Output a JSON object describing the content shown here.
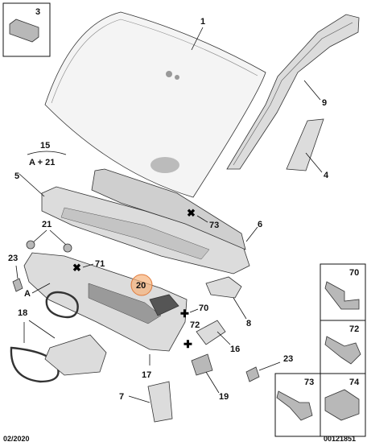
{
  "callouts": {
    "c1": "1",
    "c3": "3",
    "c4": "4",
    "c5": "5",
    "c6": "6",
    "c7": "7",
    "c8": "8",
    "c9": "9",
    "c15": "15",
    "c15sub": "A + 21",
    "c16": "16",
    "c17": "17",
    "c18": "18",
    "c19": "19",
    "c20": "20",
    "c21": "21",
    "c23a": "23",
    "c23b": "23",
    "c70": "70",
    "c71": "71",
    "c72": "72",
    "c73": "73",
    "cA": "A"
  },
  "fastener_table": {
    "label_70": "70",
    "label_72": "72",
    "label_73": "73",
    "label_74": "74"
  },
  "footer": {
    "date": "02/2020",
    "ref": "00121851"
  },
  "colors": {
    "highlight": "#f7b27a",
    "highlight_stroke": "#e07a3a",
    "part_fill": "#dcdcdc"
  }
}
